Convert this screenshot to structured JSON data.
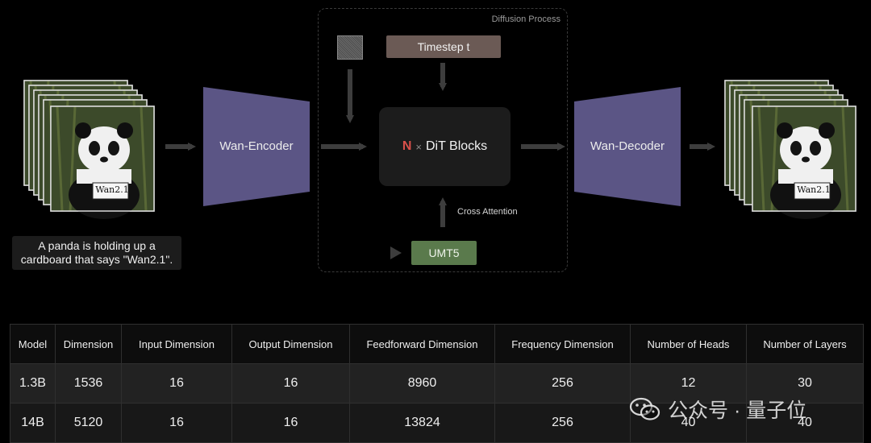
{
  "diagram": {
    "diffusion_label": "Diffusion Process",
    "encoder_label": "Wan-Encoder",
    "decoder_label": "Wan-Decoder",
    "timestep_label": "Timestep t",
    "dit_n": "N",
    "dit_times": "×",
    "dit_label": "DiT Blocks",
    "umt5_label": "UMT5",
    "cross_attention_label": "Cross Attention",
    "prompt_line1": "A panda is holding up a",
    "prompt_line2": "cardboard that says \"Wan2.1\".",
    "sign_text": "Wan2.1",
    "colors": {
      "trapezoid": "#5b5585",
      "timestep": "#6b5a55",
      "umt5": "#5a7a4c",
      "dit_n": "#d9504a",
      "arrow": "#3a3a3a"
    }
  },
  "table": {
    "headers": [
      "Model",
      "Dimension",
      "Input Dimension",
      "Output Dimension",
      "Feedforward Dimension",
      "Frequency Dimension",
      "Number of Heads",
      "Number of Layers"
    ],
    "rows": [
      [
        "1.3B",
        "1536",
        "16",
        "16",
        "8960",
        "256",
        "12",
        "30"
      ],
      [
        "14B",
        "5120",
        "16",
        "16",
        "13824",
        "256",
        "40",
        "40"
      ]
    ]
  },
  "watermark": {
    "text": "公众号 · 量子位",
    "icon": "wechat-icon"
  }
}
